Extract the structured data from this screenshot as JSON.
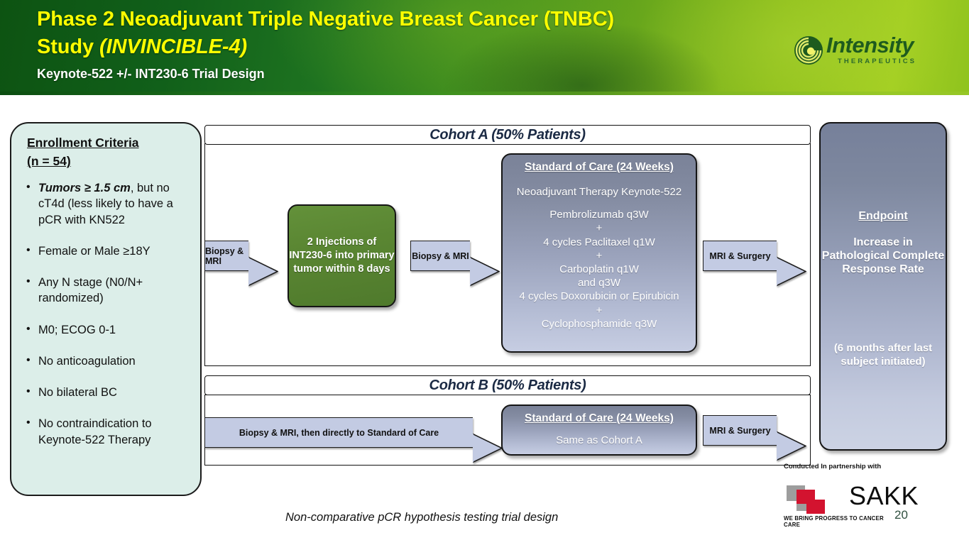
{
  "header": {
    "title_line1": "Phase 2 Neoadjuvant Triple Negative Breast Cancer (TNBC)",
    "title_line2_plain": "Study ",
    "title_line2_italic": "(INVINCIBLE-4)",
    "subtitle": "Keynote-522 +/- INT230-6 Trial Design",
    "logo": {
      "name": "Intensity",
      "tagline": "THERAPEUTICS",
      "icon": "spiral-swirl-icon"
    },
    "colors": {
      "title_text": "#ffff00",
      "subtitle_text": "#ffffff",
      "gradient_dark": "#0d5312",
      "gradient_light": "#a4cf22",
      "logo_green": "#1e5b1e"
    }
  },
  "enrollment": {
    "title_line1": "Enrollment Criteria",
    "title_line2": "(n = 54)",
    "items": [
      {
        "bold": "Tumors ≥ 1.5 cm",
        "rest": ", but no cT4d (less likely to have a pCR with KN522"
      },
      {
        "bold": "",
        "rest": "Female or Male ≥18Y"
      },
      {
        "bold": "",
        "rest": "Any N stage (N0/N+ randomized)"
      },
      {
        "bold": "",
        "rest": "M0; ECOG 0-1"
      },
      {
        "bold": "",
        "rest": "No anticoagulation"
      },
      {
        "bold": "",
        "rest": "No bilateral BC"
      },
      {
        "bold": "",
        "rest": "No contraindication to Keynote-522 Therapy"
      }
    ],
    "fill_color": "#dceee9"
  },
  "cohort_a": {
    "banner": "Cohort A (50% Patients)",
    "arrow_1": "Biopsy & MRI",
    "injection_box": "2 Injections of INT230-6 into primary tumor within 8 days",
    "injection_color": "#5b8733",
    "arrow_2": "Biopsy & MRI",
    "soc_title": "Standard of Care (24 Weeks)",
    "soc_lines": [
      "Neoadjuvant Therapy Keynote-522",
      "",
      "Pembrolizumab q3W",
      "+",
      "4 cycles Paclitaxel q1W",
      "+",
      "Carboplatin q1W",
      "and q3W",
      "4 cycles Doxorubicin or Epirubicin",
      "+",
      "Cyclophosphamide q3W"
    ],
    "arrow_3": "MRI & Surgery"
  },
  "cohort_b": {
    "banner": "Cohort B (50% Patients)",
    "arrow_1": "Biopsy & MRI, then directly to Standard of Care",
    "soc_title": "Standard of Care (24 Weeks)",
    "soc_body": "Same as Cohort A",
    "arrow_2": "MRI & Surgery"
  },
  "endpoint": {
    "title": "Endpoint",
    "main": "Increase in Pathological Complete Response Rate",
    "note": "(6 months after last subject initiated)"
  },
  "footer": {
    "footnote": "Non-comparative pCR hypothesis testing trial design",
    "partner_label": "Conducted In partnership with",
    "sakk_word": "SAKK",
    "sakk_tagline": "WE BRING PROGRESS TO CANCER CARE",
    "slide_number": "20",
    "sakk_red": "#d3132f",
    "sakk_gray": "#9d9d9d"
  }
}
